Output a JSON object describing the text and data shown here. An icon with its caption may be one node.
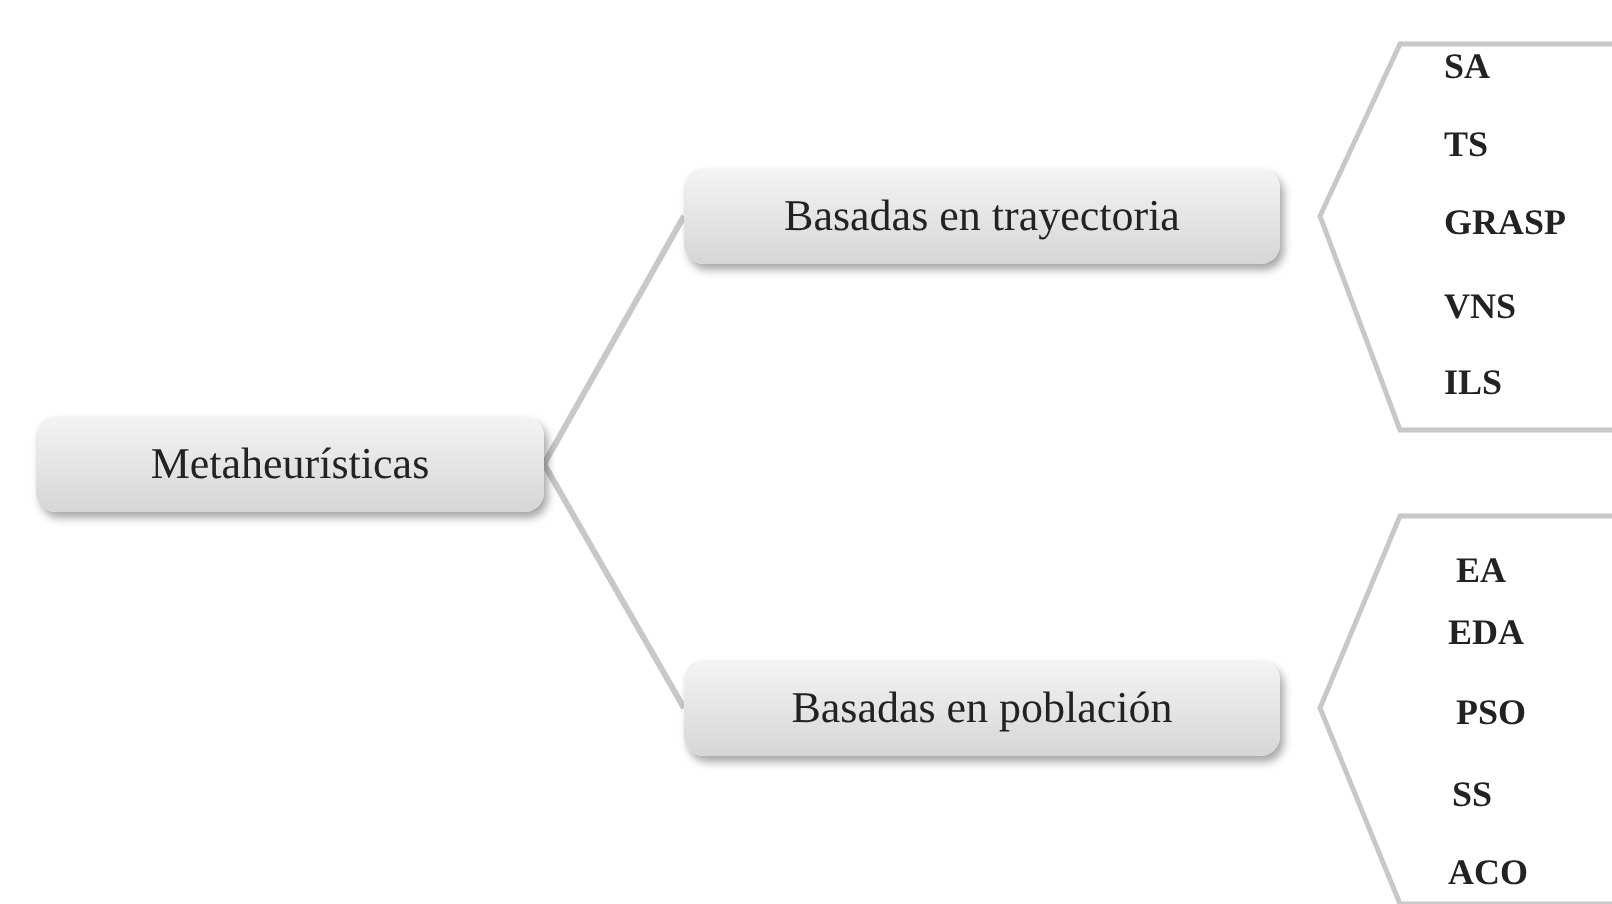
{
  "diagram": {
    "nodes": [
      {
        "text": [
          "Metaheurísticas"
        ]
      },
      {
        "text": [
          "Basadas en trayectoria"
        ]
      },
      {
        "text": [
          "Basadas en población"
        ]
      }
    ],
    "edges": [
      {
        "from": 0,
        "to": 1,
        "arrow": "none"
      },
      {
        "from": 0,
        "to": 2,
        "arrow": "none"
      }
    ],
    "labels": [
      "SA",
      "TS",
      "GRASP",
      "VNS",
      "ILS",
      "EA",
      "EDA",
      "PSO",
      "SS",
      "ACO"
    ]
  }
}
